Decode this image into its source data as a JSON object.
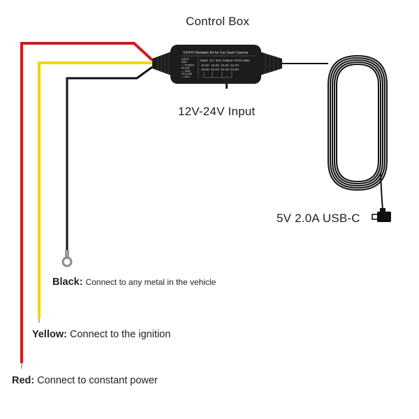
{
  "labels": {
    "control_box": "Control Box",
    "input": "12V-24V Input",
    "usb": "5V 2.0A USB-C",
    "black": {
      "name": "Black:",
      "desc": "Connect to any metal in the vehicle"
    },
    "yellow": {
      "name": "Yellow:",
      "desc": "Connect to the ignition"
    },
    "red": {
      "name": "Red:",
      "desc": "Connect to constant power"
    }
  },
  "box_text": {
    "header": "VIOFO Hardwire Kit for Car Dash Camera",
    "spec": "Input: 12 / 24V, Output: 5V/2A Max",
    "left_lines": [
      "INPUT",
      "RED",
      "— POWER",
      "BLACK",
      "— GND",
      "YELLOW",
      "— ACC"
    ],
    "columns": [
      [
        "11.8V",
        "23.6V"
      ],
      [
        "12.0V",
        "24.0V"
      ],
      [
        "12.2V",
        "24.4V"
      ],
      [
        "12.4V",
        "24.8V"
      ]
    ]
  },
  "colors": {
    "red_wire": "#c81e1e",
    "yellow_wire": "#f3d400",
    "black_wire": "#111111",
    "box": "#1c1c1c"
  }
}
